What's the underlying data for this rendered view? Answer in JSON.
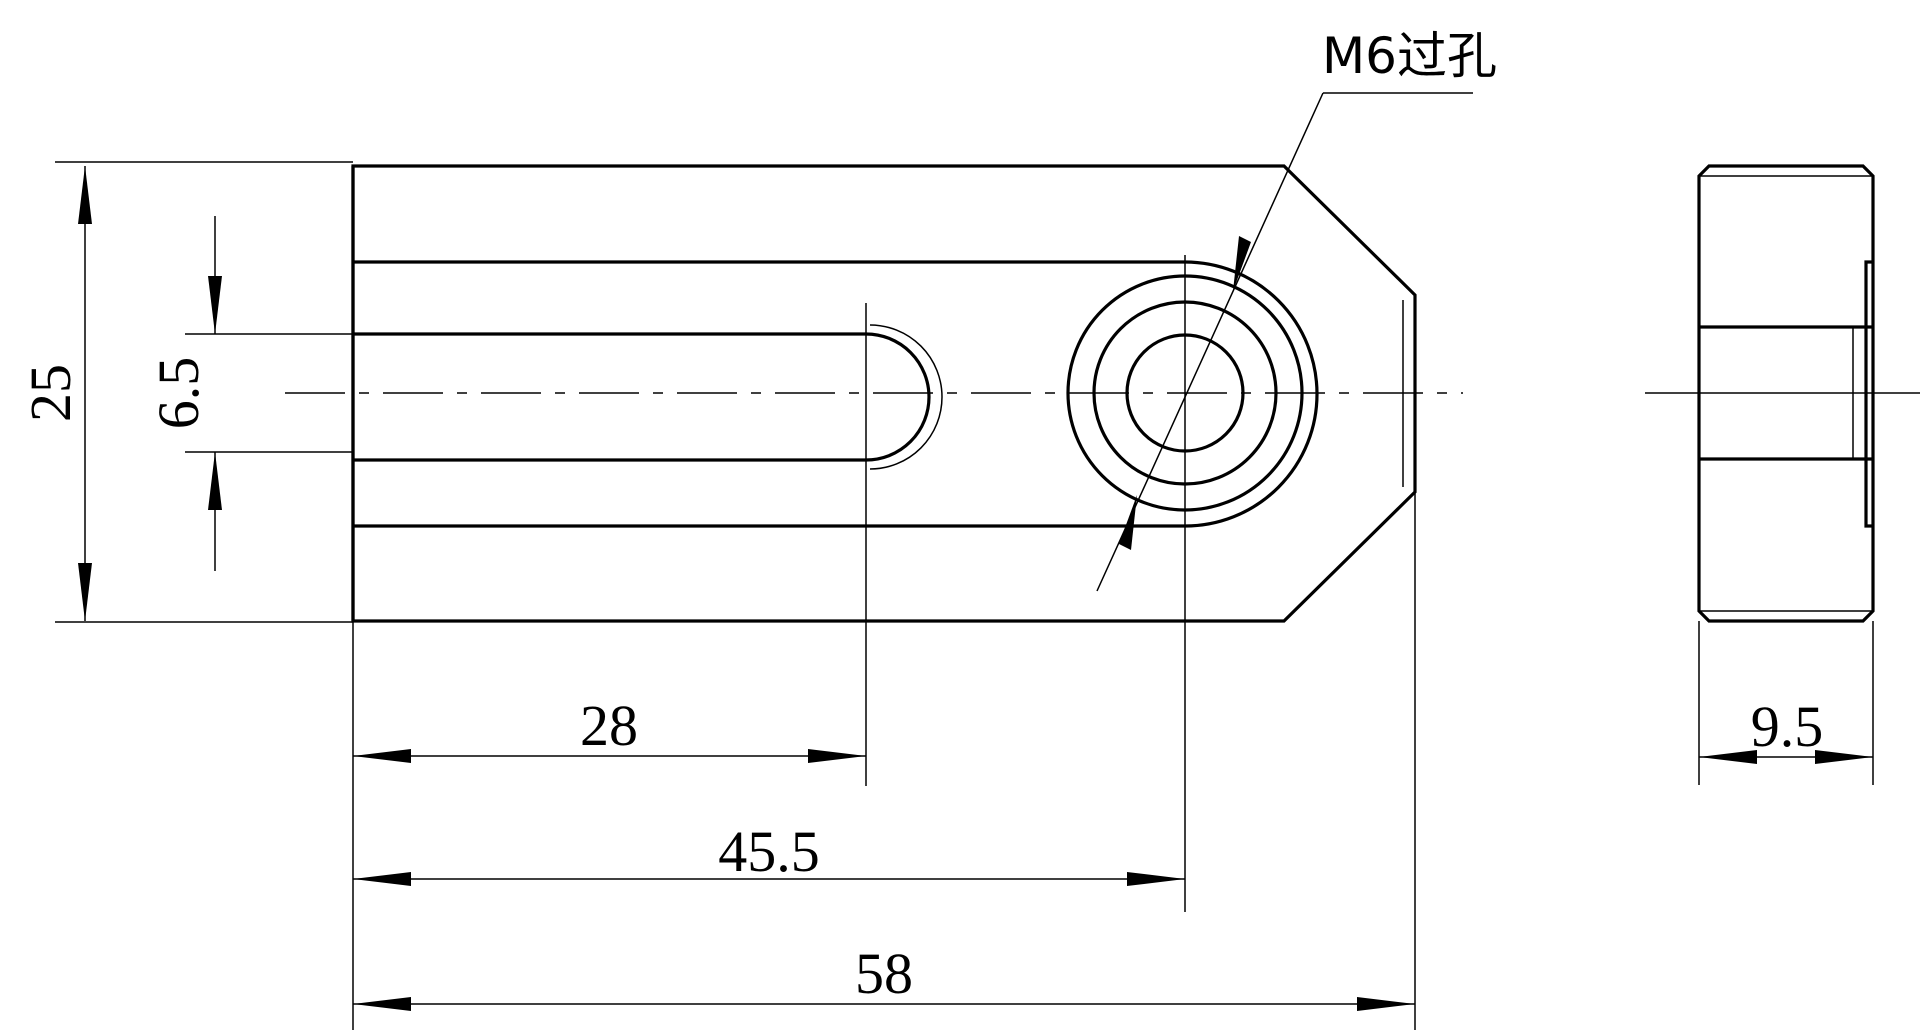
{
  "dimensions": {
    "overall_width": "25",
    "slot_width": "6.5",
    "slot_depth": "28",
    "hole_position": "45.5",
    "overall_length": "58",
    "thickness": "9.5"
  },
  "callout": {
    "hole_note": "M6过孔"
  }
}
